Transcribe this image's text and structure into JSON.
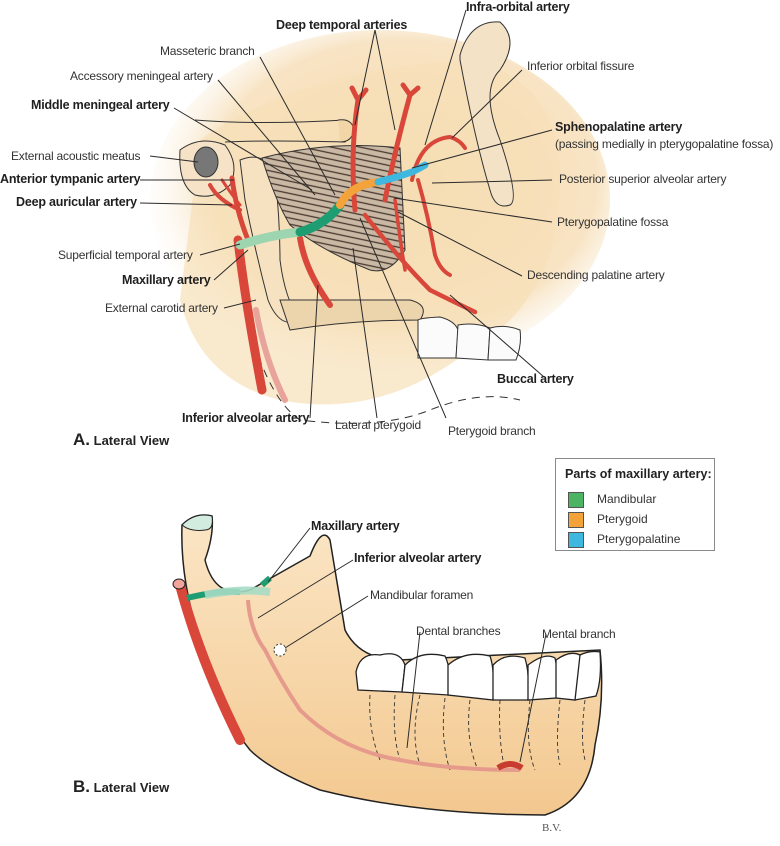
{
  "figure": {
    "panel_a": {
      "letter": "A.",
      "caption": "Lateral View",
      "labels": {
        "deep_temporal": "Deep temporal arteries",
        "infra_orbital": "Infra-orbital artery",
        "masseteric": "Masseteric branch",
        "accessory_meningeal": "Accessory meningeal artery",
        "inferior_orbital_fissure": "Inferior orbital fissure",
        "middle_meningeal": "Middle meningeal artery",
        "sphenopalatine": "Sphenopalatine artery",
        "sphenopalatine_note": "(passing medially in pterygopalatine fossa)",
        "external_acoustic": "External acoustic meatus",
        "anterior_tympanic": "Anterior tympanic artery",
        "posterior_superior_alveolar": "Posterior superior alveolar artery",
        "deep_auricular": "Deep auricular artery",
        "pterygopalatine_fossa": "Pterygopalatine fossa",
        "superficial_temporal": "Superficial temporal artery",
        "descending_palatine": "Descending palatine artery",
        "maxillary": "Maxillary artery",
        "external_carotid": "External carotid artery",
        "buccal": "Buccal artery",
        "inferior_alveolar": "Inferior alveolar artery",
        "lateral_pterygoid": "Lateral pterygoid",
        "pterygoid_branch": "Pterygoid branch"
      }
    },
    "panel_b": {
      "letter": "B.",
      "caption": "Lateral View",
      "labels": {
        "maxillary": "Maxillary artery",
        "inferior_alveolar": "Inferior alveolar artery",
        "mandibular_foramen": "Mandibular foramen",
        "dental_branches": "Dental branches",
        "mental_branch": "Mental branch"
      },
      "signature": "B.V."
    },
    "legend": {
      "title": "Parts of maxillary artery:",
      "items": [
        {
          "label": "Mandibular",
          "color": "#4cb463"
        },
        {
          "label": "Pterygoid",
          "color": "#f4a23a"
        },
        {
          "label": "Pterygopalatine",
          "color": "#3fb8e0"
        }
      ]
    },
    "colors": {
      "bone": "#f6dcb2",
      "bone_shade": "#efc895",
      "artery": "#d9473b",
      "artery_dark": "#9b2a22",
      "line": "#2b2b2b"
    }
  }
}
